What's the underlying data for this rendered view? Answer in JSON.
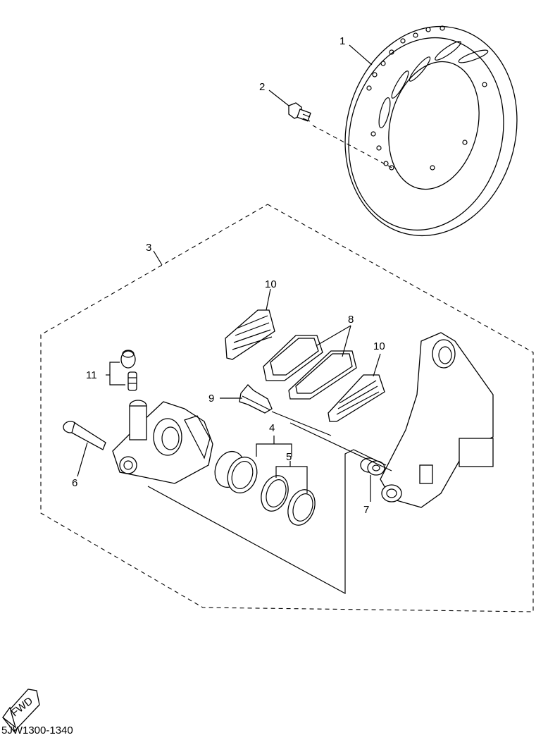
{
  "callouts": {
    "c1": "1",
    "c2": "2",
    "c3": "3",
    "c4": "4",
    "c5": "5",
    "c6": "6",
    "c7": "7",
    "c8": "8",
    "c9": "9",
    "c10a": "10",
    "c10b": "10",
    "c11": "11"
  },
  "fwd_label": "FWD",
  "diagram_code": "5JW1300-1340"
}
